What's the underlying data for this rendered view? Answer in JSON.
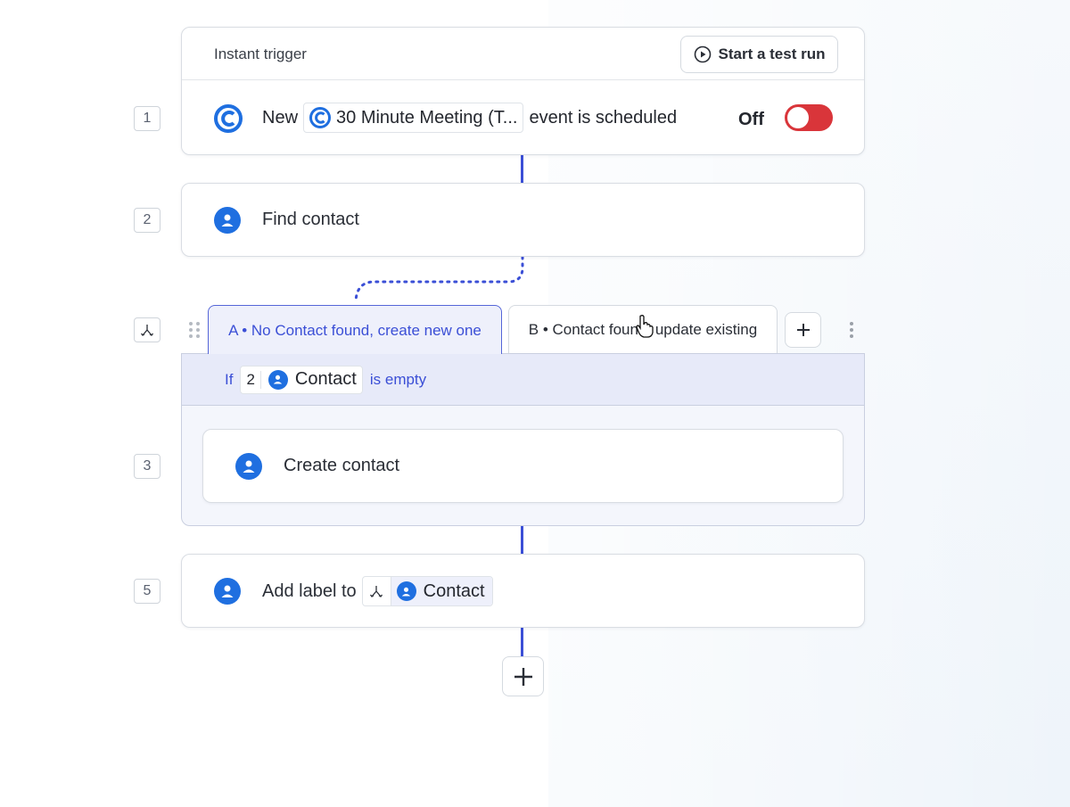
{
  "trigger": {
    "header_label": "Instant trigger",
    "test_run_label": "Start a test run",
    "step_number": "1",
    "prefix": "New",
    "event_chip": "30 Minute Meeting (T...",
    "suffix": "event is scheduled",
    "toggle_label": "Off",
    "toggle_on": false
  },
  "steps": [
    {
      "number": "2",
      "title": "Find contact",
      "icon": "person-icon"
    },
    {
      "number": "3",
      "title": "Create contact",
      "icon": "person-icon"
    },
    {
      "number": "5",
      "title": "Add label to",
      "icon": "person-icon",
      "chip_label": "Contact"
    }
  ],
  "branches": {
    "tab_a": "A • No Contact found, create new one",
    "tab_b": "B • Contact found, update existing",
    "condition": {
      "if_label": "If",
      "step_ref": "2",
      "field": "Contact",
      "operator": "is empty"
    }
  },
  "colors": {
    "accent": "#3b4fd6",
    "app_blue": "#1f6fe0",
    "toggle_off": "#d9353a",
    "branch_bg": "#eef0fb"
  }
}
